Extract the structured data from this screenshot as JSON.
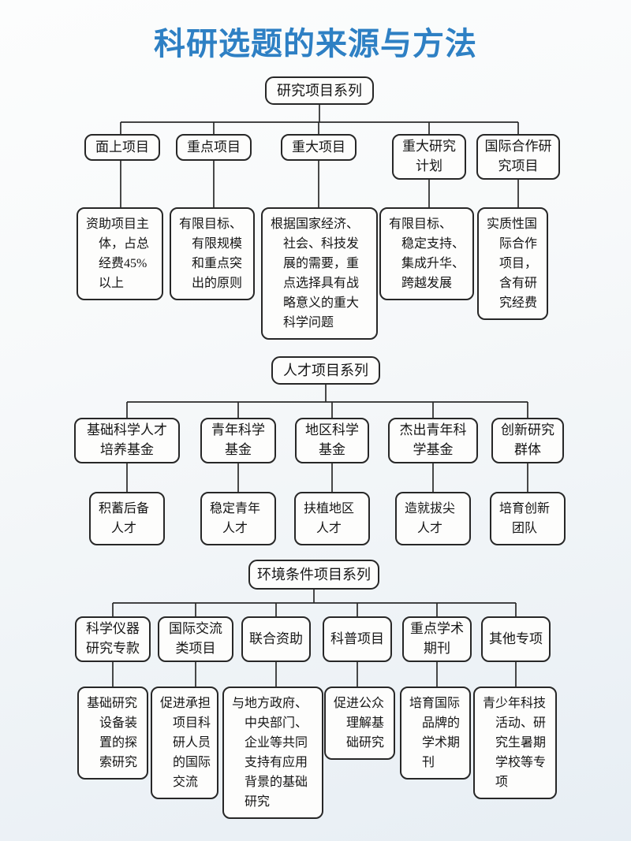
{
  "title": "科研选题的来源与方法",
  "colors": {
    "title_blue": "#2e80c4",
    "box_border": "#272727",
    "connector": "#2a2a2a"
  },
  "trees": [
    {
      "root": "研究项目系列",
      "branches": [
        {
          "label": "面上项目",
          "desc": "资助项目主\n体，占总\n经费45%\n以上"
        },
        {
          "label": "重点项目",
          "desc": "有限目标、\n有限规模\n和重点突\n出的原则"
        },
        {
          "label": "重大项目",
          "desc": "根据国家经济、\n社会、科技发\n展的需要，重\n点选择具有战\n略意义的重大\n科学问题"
        },
        {
          "label": "重大研究\n计划",
          "desc": "有限目标、\n稳定支持、\n集成升华、\n跨越发展"
        },
        {
          "label": "国际合作研\n究项目",
          "desc": "实质性国\n际合作\n项目，\n含有研\n究经费"
        }
      ]
    },
    {
      "root": "人才项目系列",
      "branches": [
        {
          "label": "基础科学人才\n培养基金",
          "desc": "积蓄后备\n人才"
        },
        {
          "label": "青年科学\n基金",
          "desc": "稳定青年\n人才"
        },
        {
          "label": "地区科学\n基金",
          "desc": "扶植地区\n人才"
        },
        {
          "label": "杰出青年科\n学基金",
          "desc": "造就拔尖\n人才"
        },
        {
          "label": "创新研究\n群体",
          "desc": "培育创新\n团队"
        }
      ]
    },
    {
      "root": "环境条件项目系列",
      "branches": [
        {
          "label": "科学仪器\n研究专款",
          "desc": "基础研究\n设备装\n置的探\n索研究"
        },
        {
          "label": "国际交流\n类项目",
          "desc": "促进承担\n项目科\n研人员\n的国际\n交流"
        },
        {
          "label": "联合资助",
          "desc": "与地方政府、\n中央部门、\n企业等共同\n支持有应用\n背景的基础\n研究"
        },
        {
          "label": "科普项目",
          "desc": "促进公众\n理解基\n础研究"
        },
        {
          "label": "重点学术\n期刊",
          "desc": "培育国际\n品牌的\n学术期\n刊"
        },
        {
          "label": "其他专项",
          "desc": "青少年科技\n活动、研\n究生暑期\n学校等专\n项"
        }
      ]
    }
  ]
}
